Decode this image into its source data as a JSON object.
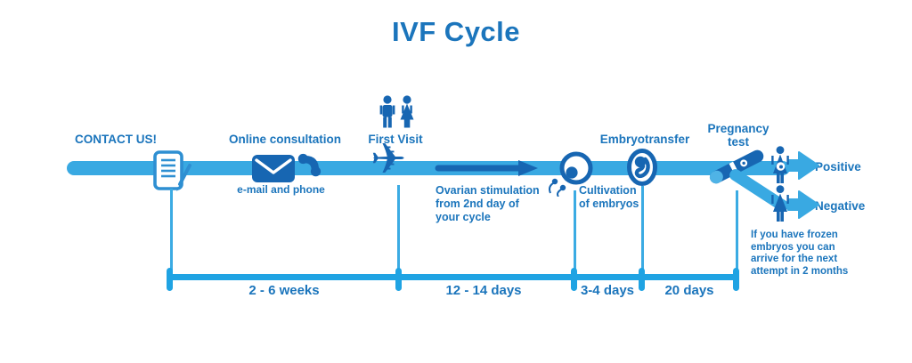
{
  "title": "IVF Cycle",
  "colors": {
    "light_blue": "#39A9E2",
    "medium_blue": "#1FA3E3",
    "dark_blue": "#1766B2",
    "text_blue": "#1B75BC"
  },
  "steps": {
    "contact": {
      "label": "CONTACT US!"
    },
    "online_consultation": {
      "label": "Online consultation",
      "sublabel": "e-mail and phone"
    },
    "first_visit": {
      "label": "First Visit"
    },
    "ovarian_stimulation": {
      "label": "Ovarian stimulation\nfrom 2nd day of\nyour cycle"
    },
    "cultivation": {
      "label": "Cultivation\nof embryos"
    },
    "embryotransfer": {
      "label": "Embryotransfer"
    },
    "pregnancy_test": {
      "label": "Pregnancy\ntest"
    },
    "positive": {
      "label": "Positive"
    },
    "negative": {
      "label": "Negative"
    },
    "frozen_note": "If you have frozen\nembryos you can\narrive for the next\nattempt in 2 months"
  },
  "durations": [
    "2 - 6 weeks",
    "12 - 14 days",
    "3-4 days",
    "20 days"
  ],
  "glyphs": {
    "plane": "✈"
  },
  "icons": {
    "contact": "document-with-pen",
    "consultation_envelope": "envelope",
    "consultation_phone": "phone-handset",
    "first_visit_couple": "man-woman-couple",
    "first_visit_plane": "airplane",
    "stimulation_arrow": "long-right-arrow",
    "egg": "ovum-with-sperm",
    "embryo": "embryo-in-circle",
    "pregnancy_test": "pregnancy-test-stick",
    "positive_woman": "pregnant-woman",
    "negative_woman": "woman",
    "outcome_arrows": "thick-right-arrow"
  }
}
